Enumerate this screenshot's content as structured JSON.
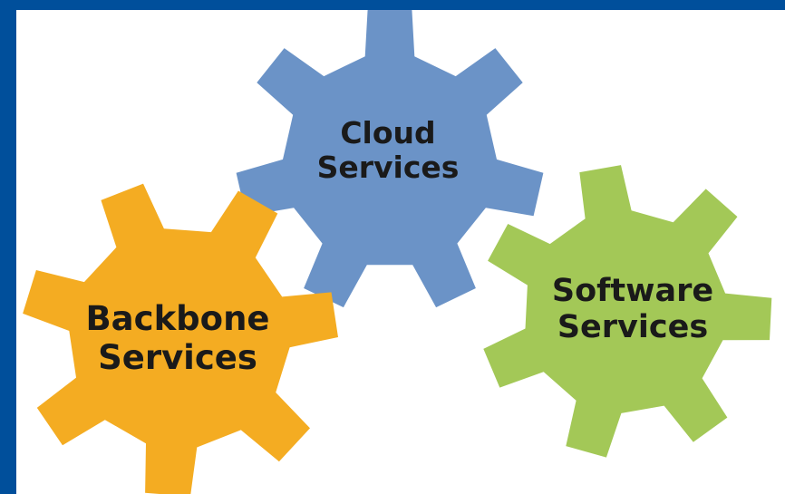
{
  "gears": {
    "cloud": {
      "line1": "Cloud",
      "line2": "Services",
      "color": "#6b93c7"
    },
    "backbone": {
      "line1": "Backbone",
      "line2": "Services",
      "color": "#f4ac22"
    },
    "software": {
      "line1": "Software",
      "line2": "Services",
      "color": "#a3c857"
    }
  },
  "colors": {
    "frame": "#004f9b",
    "background": "#ffffff",
    "text": "#1a1a1a"
  }
}
